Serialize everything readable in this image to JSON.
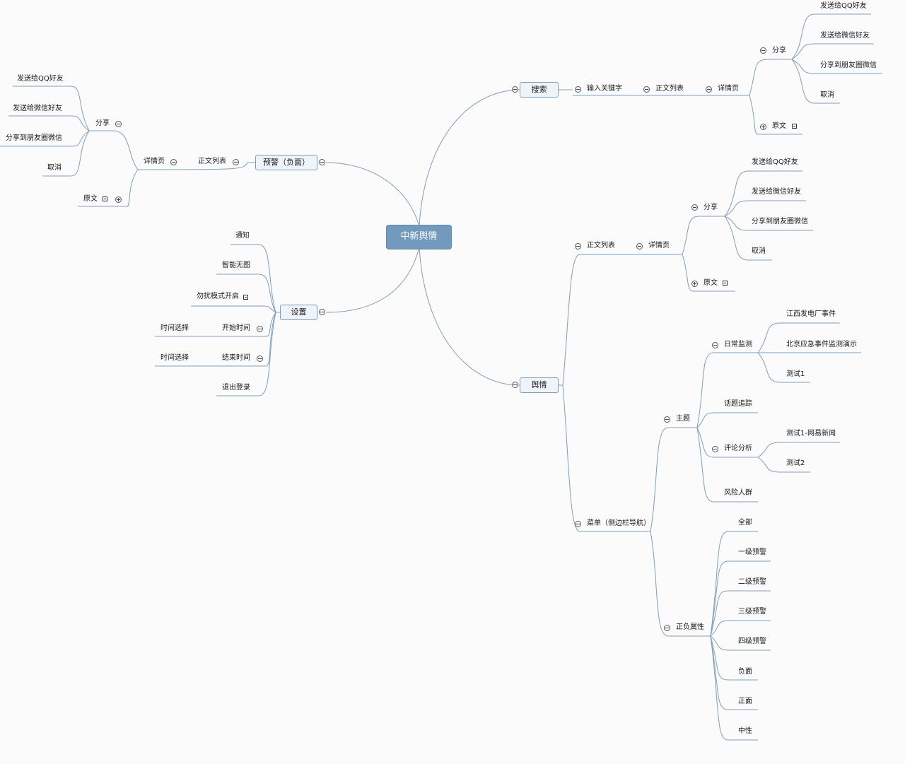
{
  "root": "中新舆情",
  "yujing": {
    "label": "预警（负面）",
    "zhengwen": "正文列表",
    "xiangqing": "详情页",
    "fenxiang": "分享",
    "share_items": [
      "发送给QQ好友",
      "发送给微信好友",
      "分享到朋友圈微信",
      "取消"
    ],
    "yuanwen": "原文"
  },
  "shezhi": {
    "label": "设置",
    "tongzhi": "通知",
    "zhineng": "智能无图",
    "wurao": "勿扰模式开启",
    "kaishi": "开始时间",
    "jieshu": "结束时间",
    "shijian": "时间选择",
    "tuichu": "退出登录"
  },
  "sousuo": {
    "label": "搜索",
    "shuru": "输入关键字",
    "zhengwen": "正文列表",
    "xiangqing": "详情页",
    "fenxiang": "分享",
    "share_items": [
      "发送给QQ好友",
      "发送给微信好友",
      "分享到朋友圈微信",
      "取消"
    ],
    "yuanwen": "原文"
  },
  "yuqing": {
    "label": "舆情",
    "zhengwen": "正文列表",
    "xiangqing": "详情页",
    "fenxiang": "分享",
    "share_items": [
      "发送给QQ好友",
      "发送给微信好友",
      "分享到朋友圈微信",
      "取消"
    ],
    "yuanwen": "原文",
    "caidan": "菜单（侧边栏导航）",
    "zhuti": "主题",
    "richang": "日常监测",
    "richang_items": [
      "江西发电厂事件",
      "北京应急事件监测演示",
      "测试1"
    ],
    "huati": "话题追踪",
    "pinglun": "评论分析",
    "pinglun_items": [
      "测试1-网易新闻",
      "测试2"
    ],
    "fengxian": "风险人群",
    "zhengfu": "正负属性",
    "zhengfu_items": [
      "全部",
      "一级预警",
      "二级预警",
      "三级预警",
      "四级预警",
      "负面",
      "正面",
      "中性"
    ]
  }
}
